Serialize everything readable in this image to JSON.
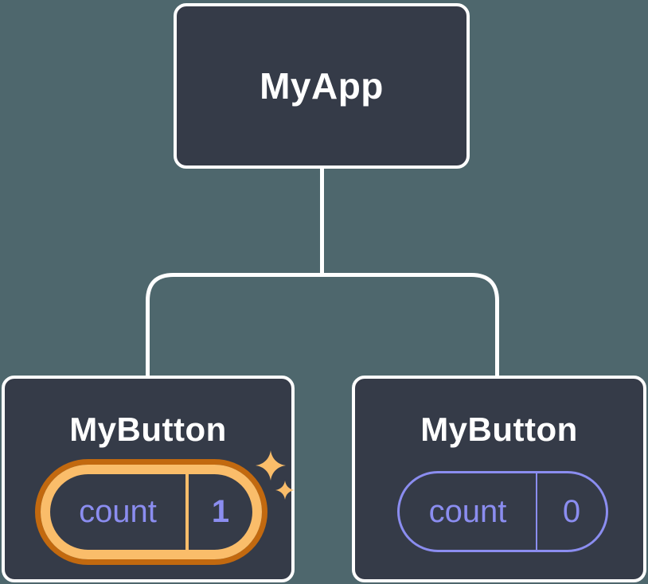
{
  "diagram": {
    "description": "component tree with state",
    "root": {
      "label": "MyApp"
    },
    "children": [
      {
        "label": "MyButton",
        "state": {
          "name": "count",
          "value": "1"
        },
        "highlighted": true
      },
      {
        "label": "MyButton",
        "state": {
          "name": "count",
          "value": "0"
        },
        "highlighted": false
      }
    ]
  },
  "icons": {
    "sparkle": "four-point-star ✦"
  },
  "colors": {
    "background": "#4e676d",
    "node_fill": "#353b48",
    "node_border": "#ffffff",
    "connector": "#ffffff",
    "state_purple": "#8b8df0",
    "highlight_gold": "#fabd6a",
    "highlight_orange": "#c2690f",
    "title_text": "#ffffff"
  }
}
